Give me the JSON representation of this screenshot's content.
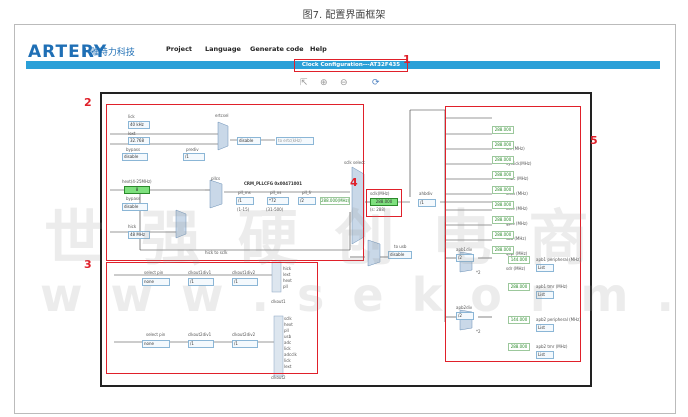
{
  "caption": "图7. 配置界面框架",
  "app": {
    "logo": "ARTERY",
    "logo_sub": "| 雅特力科技"
  },
  "menu": [
    "Project",
    "Language",
    "Generate code",
    "Help"
  ],
  "title_bar": "Clock Configuration---AT32F435",
  "zoom_icons": [
    "zoom-fit-icon",
    "zoom-in-icon",
    "zoom-out-icon",
    "refresh-icon"
  ],
  "markers": [
    "1",
    "2",
    "3",
    "4",
    "5"
  ],
  "source": {
    "lick_label": "lick",
    "lick_val": "40 kHz",
    "lext_label": "lext",
    "lext_val": "32.768",
    "bypass1": "bypass",
    "disable1": "disable",
    "hext_label": "hext(4-25MHz)",
    "hext_val": "8",
    "bypass2": "bypass",
    "disable2": "disable",
    "hick_label": "hick",
    "hick_val": "48 MHz",
    "ertcsel_label": "ertcsel",
    "ertcsel_opt": "disable",
    "ertc_out_label": "to ertc(kHz)",
    "prediv_label": "prediv",
    "prediv_val": "/1"
  },
  "pll": {
    "title": "CRM_PLLCFG  0x00471001",
    "pllcs": "pllcs",
    "ms_label": "pll_ms",
    "ms_val": "/1",
    "ms_range": "(1-15)",
    "ns_label": "pll_ns",
    "ns_val": "*72",
    "ns_range": "(31-500)",
    "fr_label": "pll_fr",
    "fr_val": "/2",
    "out_val": "288.000(MHz)",
    "to_usb": "hick to sclk"
  },
  "sclk": {
    "select_label": "sclk select",
    "pll_label": "sclk(MHz)",
    "val": "288.000",
    "max": "(s: 288)",
    "ahbdiv_label": "ahbdiv",
    "ahbdiv_val": "/1",
    "usb_label": "to usb",
    "usb_opt": "disable"
  },
  "clkout1": {
    "select_label": "select pin",
    "select_val": "none",
    "div1_label": "clkout1div1",
    "div1_val": "/1",
    "div2_label": "clkout1div2",
    "div2_val": "/1",
    "sources": [
      "hick",
      "lext",
      "hext",
      "pll"
    ],
    "name": "clkout1"
  },
  "clkout2": {
    "select_label": "select pin",
    "select_val": "none",
    "div1_label": "clkout2div1",
    "div1_val": "/1",
    "div2_label": "clkout2div2",
    "div2_val": "/1",
    "sources": [
      "sclk",
      "hext",
      "pll",
      "usb",
      "adc",
      "lick",
      "adcclk",
      "lick",
      "lext"
    ],
    "name": "clkout2"
  },
  "outputs": {
    "rows": [
      {
        "val": "288.000",
        "label": "i2s (MHz)"
      },
      {
        "val": "288.000",
        "label": "systick(MHz)"
      },
      {
        "val": "288.000",
        "label": "cdbc (MHz)"
      },
      {
        "val": "288.000",
        "label": "dma (MHz)"
      },
      {
        "val": "288.000",
        "label": "core (MHz)"
      },
      {
        "val": "288.000",
        "label": "gpio (MHz)"
      },
      {
        "val": "288.000",
        "label": "sba (MHz)"
      },
      {
        "val": "288.000",
        "label": "qspi (MHz)"
      },
      {
        "val": "288.000",
        "label": "sdr (MHz)"
      }
    ],
    "apb1_label": "apb1div",
    "apb1_val": "/2",
    "apb1_periph_val": "144.000",
    "apb1_periph_label": "apb1 peripheral (MHz)",
    "apb1_tmr_val": "288.000",
    "apb1_tmr_label": "apb1 tmr (MHz)",
    "apb2_label": "apb2div",
    "apb2_val": "/2",
    "apb2_periph_val": "144.000",
    "apb2_periph_label": "apb2 peripheral (MHz)",
    "apb2_tmr_val": "288.000",
    "apb2_tmr_label": "apb2 tmr (MHz)",
    "list_btn": "List",
    "mult": "*2"
  },
  "watermark": {
    "line1": "世 强 硬 创 电 商",
    "line2": "w w w . s e k o r m . c o m"
  }
}
